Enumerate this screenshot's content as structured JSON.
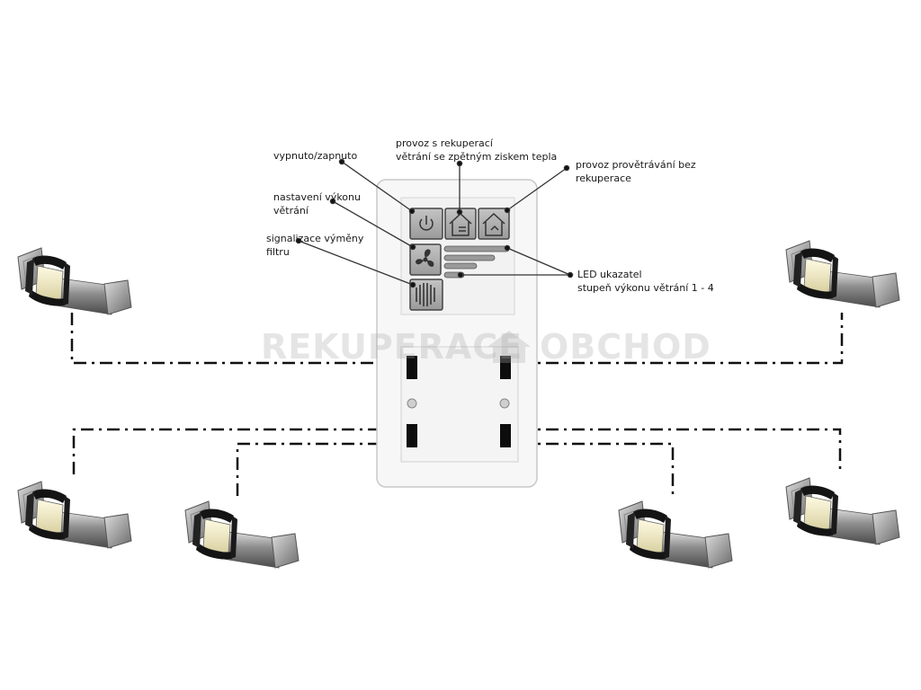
{
  "labels": {
    "power": [
      "vypnuto/zapnuto"
    ],
    "recovery": [
      "provoz s rekuperací",
      "větrání se zpětným ziskem tepla"
    ],
    "ventilation": [
      "provoz provětrávání bez",
      "rekuperace"
    ],
    "fan_setting": [
      "nastavení výkonu",
      "větrání"
    ],
    "filter_signal": [
      "signalizace výměny",
      "filtru"
    ],
    "led": [
      "LED ukazatel",
      "stupeň výkonu větrání 1 - 4"
    ]
  },
  "watermark": {
    "left": "REKUPERACE",
    "right": "OBCHOD"
  },
  "led_levels": 4,
  "icons": {
    "power": "power-icon",
    "recovery": "house-recovery-icon",
    "ventilation": "house-ventilation-icon",
    "fan": "fan-icon",
    "filter": "filter-icon",
    "unit": "ventilation-unit-icon"
  },
  "colors": {
    "panel": "#f4f4f4",
    "button": "#a8a8a8",
    "slot": "#111111",
    "lines": "#111111"
  }
}
